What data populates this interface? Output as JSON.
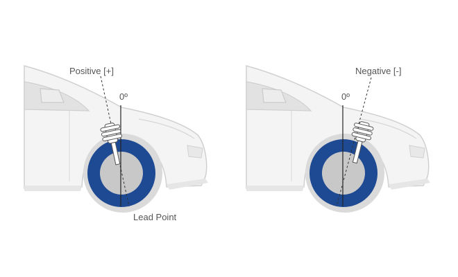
{
  "colors": {
    "tire": "#1e4a93",
    "wheel": "#c8c8c8",
    "car_fill": "#f4f4f4",
    "car_line": "#d0d0d0",
    "label_text": "#555555",
    "axis_line": "#222222"
  },
  "left_panel": {
    "caster_label": "Positive [+]",
    "zero_label": "0º",
    "lead_label": "Lead Point"
  },
  "right_panel": {
    "caster_label": "Negative [-]",
    "zero_label": "0º"
  }
}
